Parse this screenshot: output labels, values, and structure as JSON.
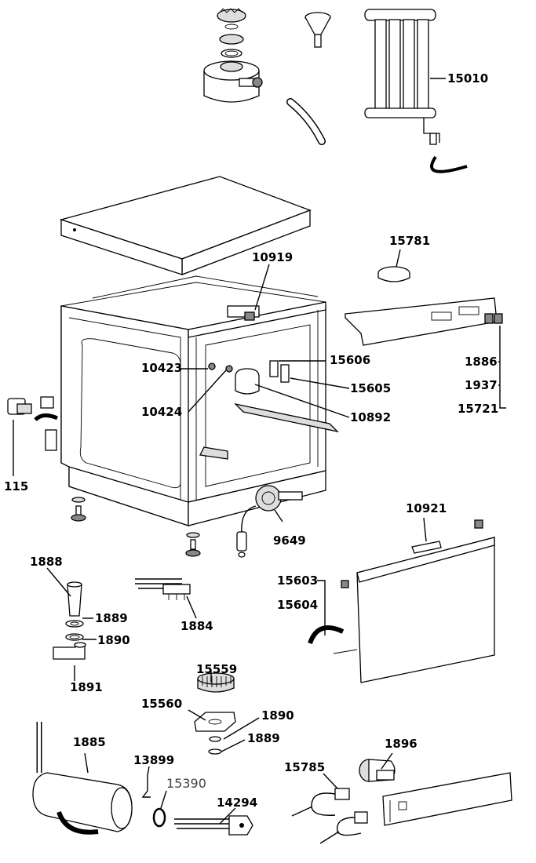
{
  "labels": {
    "p15010": "15010",
    "p15781": "15781",
    "p10919": "10919",
    "p15606": "15606",
    "p10423": "10423",
    "p15605": "15605",
    "p10424": "10424",
    "p10892": "10892",
    "p1886": "1886",
    "p1937": "1937",
    "p15721": "15721",
    "p115": "115",
    "p9649": "9649",
    "p10921": "10921",
    "p1888": "1888",
    "p1889a": "1889",
    "p1890a": "1890",
    "p1891": "1891",
    "p1884": "1884",
    "p15603": "15603",
    "p15604": "15604",
    "p15559": "15559",
    "p15560": "15560",
    "p1890b": "1890",
    "p1889b": "1889",
    "p1885": "1885",
    "p13899": "13899",
    "p15390": "15390",
    "p14294": "14294",
    "p15785": "15785",
    "p1896": "1896"
  }
}
